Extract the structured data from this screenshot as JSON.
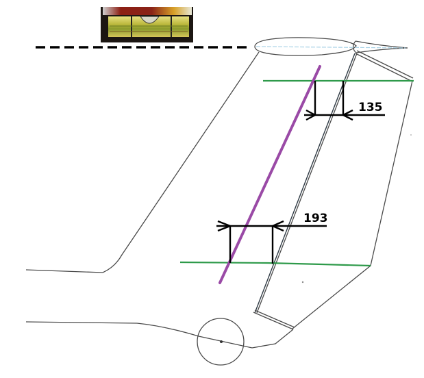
{
  "diagram": {
    "subject": "aircraft vertical fin and rudder side view",
    "level_image": {
      "icon": "spirit-level-icon",
      "colors": {
        "frame": "#1a1410",
        "vial": "#c8c23a",
        "top_red": "#8a1f14",
        "top_yellow": "#d9a22a"
      }
    },
    "reference_line": {
      "style": "dashed",
      "color": "#000000",
      "meaning": "horizontal datum"
    },
    "measurements": [
      {
        "id": "upper",
        "value": "135",
        "color": "#000000"
      },
      {
        "id": "lower",
        "value": "193",
        "color": "#000000"
      }
    ],
    "lines": {
      "station_lines_color": "#2e9a4a",
      "reference_axis_color": "#9a4aa6",
      "outline_color": "#4a4a4a",
      "hinge_line_color": "#2f3a44",
      "chord_line_color": "#a9d2e6"
    }
  }
}
